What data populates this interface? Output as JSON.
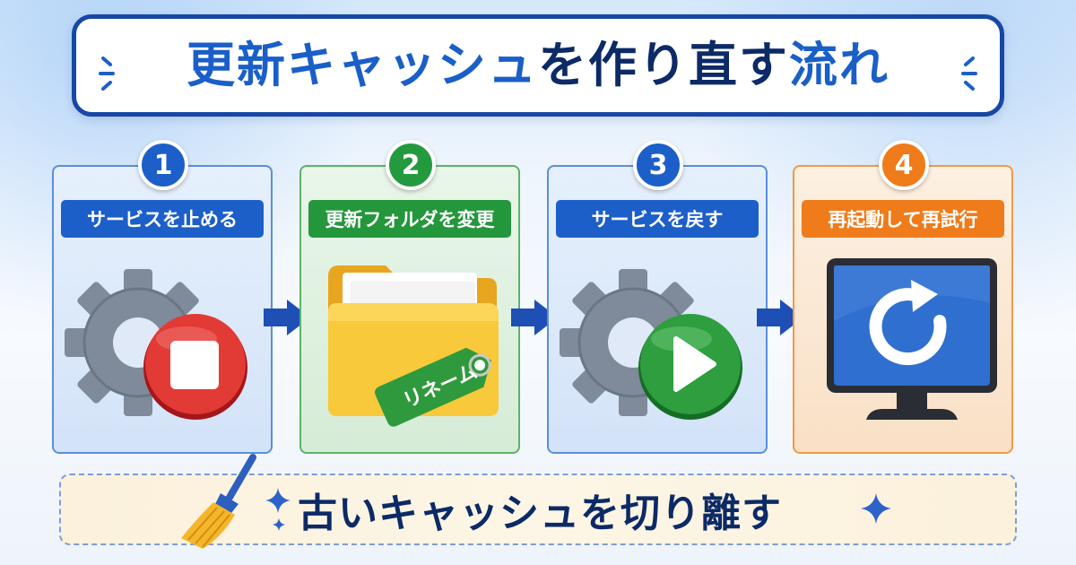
{
  "title": {
    "part1": "更新キャッシュ",
    "part2": "を作り直す",
    "part3": "流れ"
  },
  "steps": [
    {
      "number": "1",
      "label": "サービスを止める",
      "icon": "gear-stop-icon",
      "color": "#1d5fc9"
    },
    {
      "number": "2",
      "label": "更新フォルダを変更",
      "icon": "folder-rename-icon",
      "tag_text": "リネーム",
      "color": "#24963c"
    },
    {
      "number": "3",
      "label": "サービスを戻す",
      "icon": "gear-play-icon",
      "color": "#1d5fc9"
    },
    {
      "number": "4",
      "label": "再起動して再試行",
      "icon": "monitor-restart-icon",
      "color": "#ef7b1a"
    }
  ],
  "bottom": {
    "text": "古いキャッシュを切り離す",
    "icon": "broom-icon"
  },
  "colors": {
    "title_border": "#1747a6",
    "title_blue": "#1a5fc8",
    "title_dark": "#0c2a66",
    "arrow": "#1d4fb5"
  }
}
